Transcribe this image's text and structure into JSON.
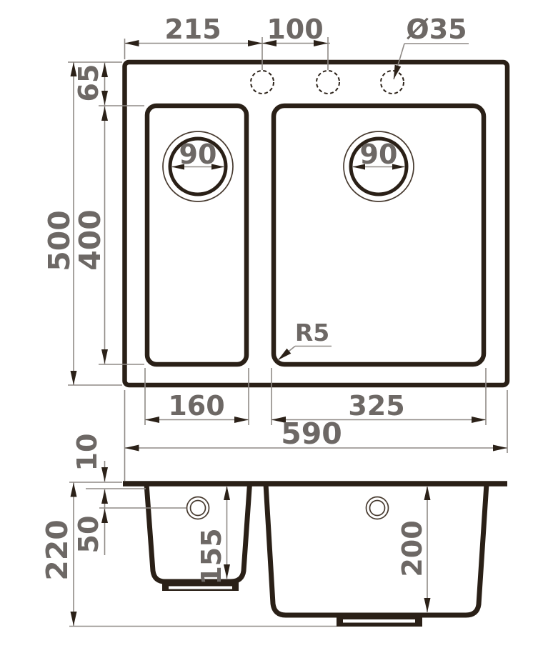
{
  "diagram": {
    "title": "Double-bowl kitchen sink dimensional drawing",
    "colors": {
      "outline": "#2a2017",
      "dimension_lines": "#8f8a86",
      "dimension_text": "#6d6865",
      "background": "#ffffff"
    },
    "top_view": {
      "width_total": "590",
      "height_total": "500",
      "bowl_height": "400",
      "rim_to_bowl": "65",
      "hole_offset": "215",
      "hole_spacing": "100",
      "hole_diameter": "Ø35",
      "drain_left": "90",
      "drain_right": "90",
      "corner_radius": "R5",
      "left_bowl_width": "160",
      "right_bowl_width": "325"
    },
    "section_view": {
      "rim_thickness": "10",
      "total_depth": "220",
      "overflow_offset": "50",
      "left_bowl_depth": "155",
      "right_bowl_depth": "200"
    }
  }
}
